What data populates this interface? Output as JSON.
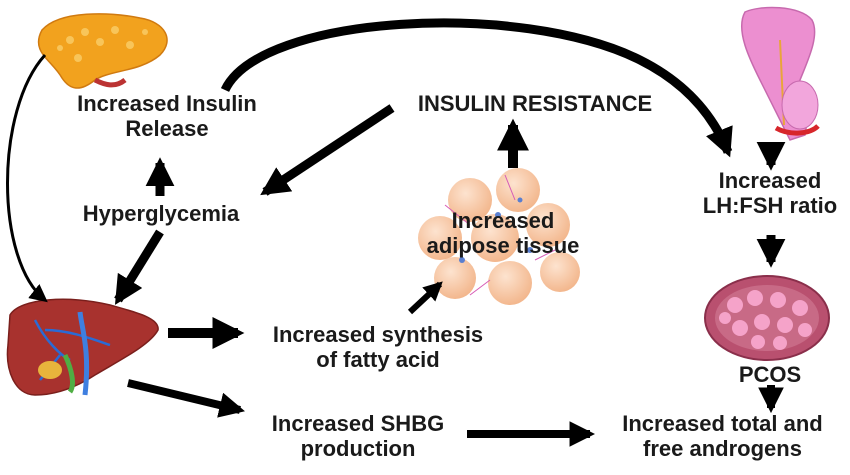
{
  "labels": {
    "insulin_release": {
      "line1": "Increased  Insulin",
      "line2": "Release"
    },
    "insulin_resistance": "INSULIN RESISTANCE",
    "hyperglycemia": "Hyperglycemia",
    "adipose": {
      "line1": "Increased",
      "line2": "adipose tissue"
    },
    "lh_fsh": {
      "line1": "Increased",
      "line2": "LH:FSH ratio"
    },
    "fatty_acid": {
      "line1": "Increased  synthesis",
      "line2": "of fatty acid"
    },
    "pcos": "PCOS",
    "shbg": {
      "line1": "Increased  SHBG",
      "line2": "production"
    },
    "androgens": {
      "line1": "Increased  total and",
      "line2": "free androgens"
    }
  },
  "illustrations": {
    "pancreas": "pancreas-illustration",
    "liver": "liver-illustration",
    "pituitary": "pituitary-illustration",
    "adipose": "adipose-cells-illustration",
    "ovary": "polycystic-ovary-illustration"
  },
  "colors": {
    "arrow": "#000000",
    "pancreas": "#f2a21e",
    "liver": "#a8322e",
    "pituitary": "#ec8fd0",
    "adipose": "#f6c7a4",
    "ovary": "#b9506f",
    "ovary_follicle": "#f5a3c9"
  }
}
